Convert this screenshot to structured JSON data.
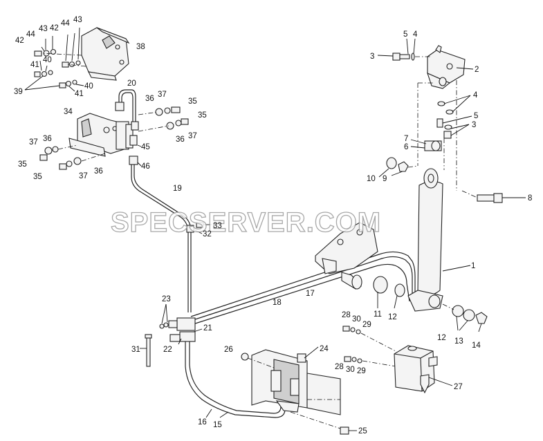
{
  "watermark": "SPECSERVER.COM",
  "callouts": [
    {
      "id": "c1",
      "label": "1"
    },
    {
      "id": "c2",
      "label": "2"
    },
    {
      "id": "c3a",
      "label": "3"
    },
    {
      "id": "c3b",
      "label": "3"
    },
    {
      "id": "c4a",
      "label": "4"
    },
    {
      "id": "c4b",
      "label": "4"
    },
    {
      "id": "c5a",
      "label": "5"
    },
    {
      "id": "c5b",
      "label": "5"
    },
    {
      "id": "c6",
      "label": "6"
    },
    {
      "id": "c7",
      "label": "7"
    },
    {
      "id": "c8",
      "label": "8"
    },
    {
      "id": "c9",
      "label": "9"
    },
    {
      "id": "c10",
      "label": "10"
    },
    {
      "id": "c11",
      "label": "11"
    },
    {
      "id": "c12a",
      "label": "12"
    },
    {
      "id": "c12b",
      "label": "12"
    },
    {
      "id": "c13",
      "label": "13"
    },
    {
      "id": "c14",
      "label": "14"
    },
    {
      "id": "c15",
      "label": "15"
    },
    {
      "id": "c16",
      "label": "16"
    },
    {
      "id": "c17",
      "label": "17"
    },
    {
      "id": "c18",
      "label": "18"
    },
    {
      "id": "c19",
      "label": "19"
    },
    {
      "id": "c20",
      "label": "20"
    },
    {
      "id": "c21",
      "label": "21"
    },
    {
      "id": "c22",
      "label": "22"
    },
    {
      "id": "c23",
      "label": "23"
    },
    {
      "id": "c24",
      "label": "24"
    },
    {
      "id": "c25",
      "label": "25"
    },
    {
      "id": "c26",
      "label": "26"
    },
    {
      "id": "c27",
      "label": "27"
    },
    {
      "id": "c28a",
      "label": "28"
    },
    {
      "id": "c28b",
      "label": "28"
    },
    {
      "id": "c29a",
      "label": "29"
    },
    {
      "id": "c29b",
      "label": "29"
    },
    {
      "id": "c30a",
      "label": "30"
    },
    {
      "id": "c30b",
      "label": "30"
    },
    {
      "id": "c31",
      "label": "31"
    },
    {
      "id": "c32",
      "label": "32"
    },
    {
      "id": "c33",
      "label": "33"
    },
    {
      "id": "c34",
      "label": "34"
    },
    {
      "id": "c35a",
      "label": "35"
    },
    {
      "id": "c35b",
      "label": "35"
    },
    {
      "id": "c35c",
      "label": "35"
    },
    {
      "id": "c35d",
      "label": "35"
    },
    {
      "id": "c36a",
      "label": "36"
    },
    {
      "id": "c36b",
      "label": "36"
    },
    {
      "id": "c36c",
      "label": "36"
    },
    {
      "id": "c36d",
      "label": "36"
    },
    {
      "id": "c37a",
      "label": "37"
    },
    {
      "id": "c37b",
      "label": "37"
    },
    {
      "id": "c37c",
      "label": "37"
    },
    {
      "id": "c37d",
      "label": "37"
    },
    {
      "id": "c38",
      "label": "38"
    },
    {
      "id": "c39",
      "label": "39"
    },
    {
      "id": "c40a",
      "label": "40"
    },
    {
      "id": "c40b",
      "label": "40"
    },
    {
      "id": "c41a",
      "label": "41"
    },
    {
      "id": "c41b",
      "label": "41"
    },
    {
      "id": "c42a",
      "label": "42"
    },
    {
      "id": "c42b",
      "label": "42"
    },
    {
      "id": "c43a",
      "label": "43"
    },
    {
      "id": "c43b",
      "label": "43"
    },
    {
      "id": "c44a",
      "label": "44"
    },
    {
      "id": "c44b",
      "label": "44"
    },
    {
      "id": "c45",
      "label": "45"
    },
    {
      "id": "c46",
      "label": "46"
    }
  ]
}
